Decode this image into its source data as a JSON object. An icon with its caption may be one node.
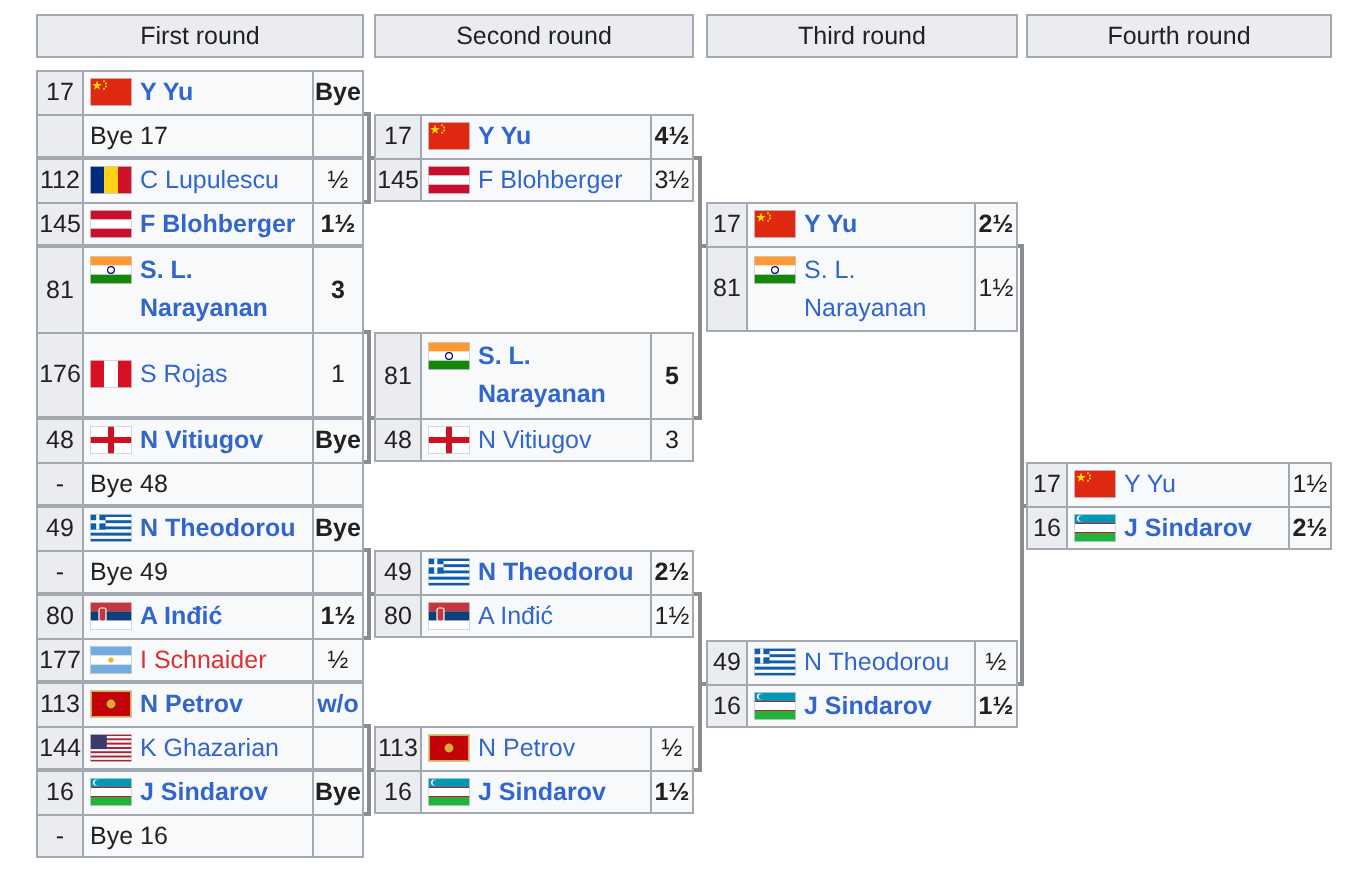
{
  "diagram": {
    "nodes": [
      {
        "text": [
          "First round"
        ]
      },
      {
        "text": [
          "Second round"
        ]
      },
      {
        "text": [
          "Third round"
        ]
      },
      {
        "text": [
          "Fourth round"
        ]
      },
      {
        "text": [],
        "shape": "box"
      },
      {
        "text": [
          "17",
          "Y Yu",
          "Bye"
        ],
        "in": 4
      },
      {
        "text": [
          "Bye 17"
        ],
        "in": 4
      },
      {
        "text": [],
        "shape": "box"
      },
      {
        "text": [
          "112",
          "C Lupulescu",
          "½"
        ],
        "in": 7
      },
      {
        "text": [
          "145",
          "F Blohberger",
          "1½"
        ],
        "in": 7
      },
      {
        "text": [],
        "shape": "box"
      },
      {
        "text": [
          "81",
          "S. L. Narayanan",
          "3"
        ],
        "in": 10
      },
      {
        "text": [
          "176",
          "S Rojas",
          "1"
        ],
        "in": 10
      },
      {
        "text": [],
        "shape": "box"
      },
      {
        "text": [
          "48",
          "N Vitiugov",
          "Bye"
        ],
        "in": 13
      },
      {
        "text": [
          "-",
          "Bye 48"
        ],
        "in": 13
      },
      {
        "text": [],
        "shape": "box"
      },
      {
        "text": [
          "49",
          "N Theodorou",
          "Bye"
        ],
        "in": 16
      },
      {
        "text": [
          "-",
          "Bye 49"
        ],
        "in": 16
      },
      {
        "text": [],
        "shape": "box"
      },
      {
        "text": [
          "80",
          "A Inđić",
          "1½"
        ],
        "in": 19
      },
      {
        "text": [
          "177",
          "I Schnaider",
          "½"
        ],
        "in": 19
      },
      {
        "text": [],
        "shape": "box"
      },
      {
        "text": [
          "113",
          "N Petrov",
          "w/o"
        ],
        "in": 22
      },
      {
        "text": [
          "144",
          "K Ghazarian"
        ],
        "in": 22
      },
      {
        "text": [],
        "shape": "box"
      },
      {
        "text": [
          "16",
          "J Sindarov",
          "Bye"
        ],
        "in": 25
      },
      {
        "text": [
          "-",
          "Bye 16"
        ],
        "in": 25
      },
      {
        "text": [],
        "shape": "box"
      },
      {
        "text": [
          "17",
          "Y Yu",
          "4½"
        ],
        "in": 28
      },
      {
        "text": [
          "145",
          "F Blohberger",
          "3½"
        ],
        "in": 28
      },
      {
        "text": [],
        "shape": "box"
      },
      {
        "text": [
          "81",
          "S. L. Narayanan",
          "5"
        ],
        "in": 31
      },
      {
        "text": [
          "48",
          "N Vitiugov",
          "3"
        ],
        "in": 31
      },
      {
        "text": [],
        "shape": "box"
      },
      {
        "text": [
          "49",
          "N Theodorou",
          "2½"
        ],
        "in": 34
      },
      {
        "text": [
          "80",
          "A Inđić",
          "1½"
        ],
        "in": 34
      },
      {
        "text": [],
        "shape": "box"
      },
      {
        "text": [
          "113",
          "N Petrov",
          "½"
        ],
        "in": 37
      },
      {
        "text": [
          "16",
          "J Sindarov",
          "1½"
        ],
        "in": 37
      },
      {
        "text": [],
        "shape": "box"
      },
      {
        "text": [
          "17",
          "Y Yu",
          "2½"
        ],
        "in": 40
      },
      {
        "text": [
          "81",
          "S. L. Narayanan",
          "1½"
        ],
        "in": 40
      },
      {
        "text": [],
        "shape": "box"
      },
      {
        "text": [
          "49",
          "N Theodorou",
          "½"
        ],
        "in": 43
      },
      {
        "text": [
          "16",
          "J Sindarov",
          "1½"
        ],
        "in": 43
      },
      {
        "text": [],
        "shape": "box"
      },
      {
        "text": [
          "17",
          "Y Yu",
          "1½"
        ],
        "in": 46
      },
      {
        "text": [
          "16",
          "J Sindarov",
          "2½"
        ],
        "in": 46
      }
    ],
    "edges": [
      {
        "from": 4,
        "to": 28,
        "arrow": "none"
      },
      {
        "from": 7,
        "to": 28,
        "arrow": "none"
      },
      {
        "from": 10,
        "to": 31,
        "arrow": "none"
      },
      {
        "from": 13,
        "to": 31,
        "arrow": "none"
      },
      {
        "from": 16,
        "to": 34,
        "arrow": "none"
      },
      {
        "from": 19,
        "to": 34,
        "arrow": "none"
      },
      {
        "from": 22,
        "to": 37,
        "arrow": "none"
      },
      {
        "from": 25,
        "to": 37,
        "arrow": "none"
      },
      {
        "from": 28,
        "to": 40,
        "arrow": "none"
      },
      {
        "from": 31,
        "to": 40,
        "arrow": "none"
      },
      {
        "from": 34,
        "to": 43,
        "arrow": "none"
      },
      {
        "from": 37,
        "to": 43,
        "arrow": "none"
      },
      {
        "from": 40,
        "to": 46,
        "arrow": "none"
      },
      {
        "from": 43,
        "to": 46,
        "arrow": "none"
      }
    ]
  }
}
